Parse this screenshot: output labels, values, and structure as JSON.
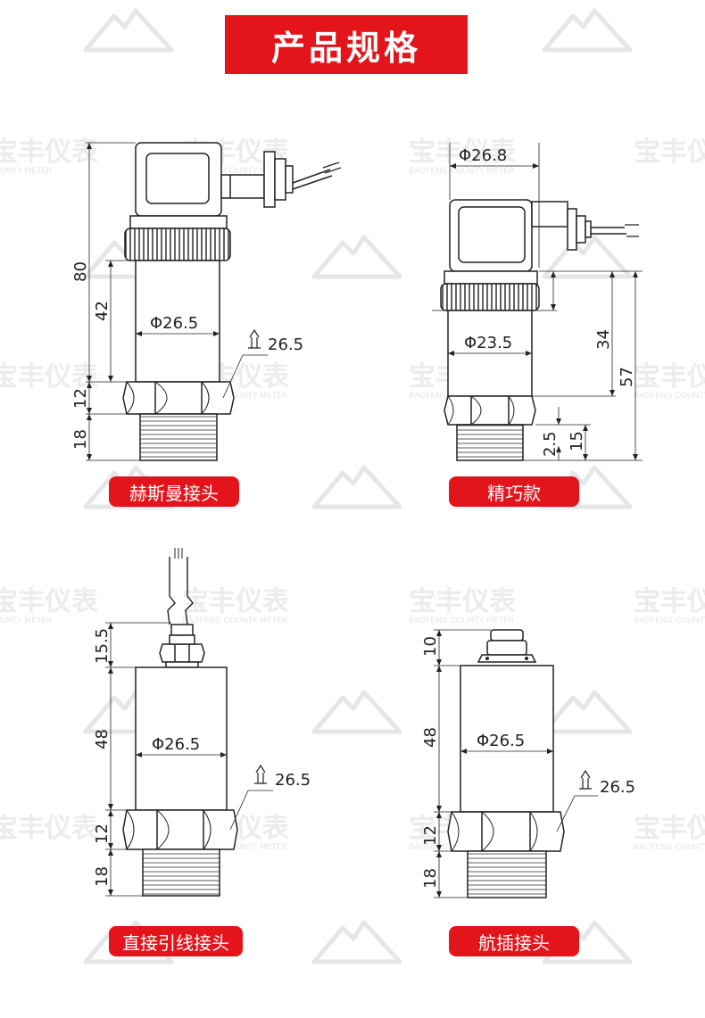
{
  "title": "产品规格",
  "watermark": {
    "brand": "宝丰仪表",
    "brand_en": "BAOFENG COUNTY METER"
  },
  "accent_color": "#e4141b",
  "diagrams": [
    {
      "id": "hirschmann",
      "caption": "赫斯曼接头",
      "dims": {
        "total": "80",
        "body": "42",
        "hex": "12",
        "thread": "18",
        "diameter": "Φ26.5",
        "wrench": "26.5"
      }
    },
    {
      "id": "compact",
      "caption": "精巧款",
      "dims": {
        "top_width": "Φ26.8",
        "diameter": "Φ23.5",
        "mid": "34",
        "total": "57",
        "small1": "2.5",
        "small2": "15"
      }
    },
    {
      "id": "lead_wire",
      "caption": "直接引线接头",
      "dims": {
        "top": "15.5",
        "body": "48",
        "hex": "12",
        "thread": "18",
        "diameter": "Φ26.5",
        "wrench": "26.5"
      }
    },
    {
      "id": "aviation",
      "caption": "航插接头",
      "dims": {
        "top": "10",
        "body": "48",
        "hex": "12",
        "thread": "18",
        "diameter": "Φ26.5",
        "wrench": "26.5"
      }
    }
  ]
}
